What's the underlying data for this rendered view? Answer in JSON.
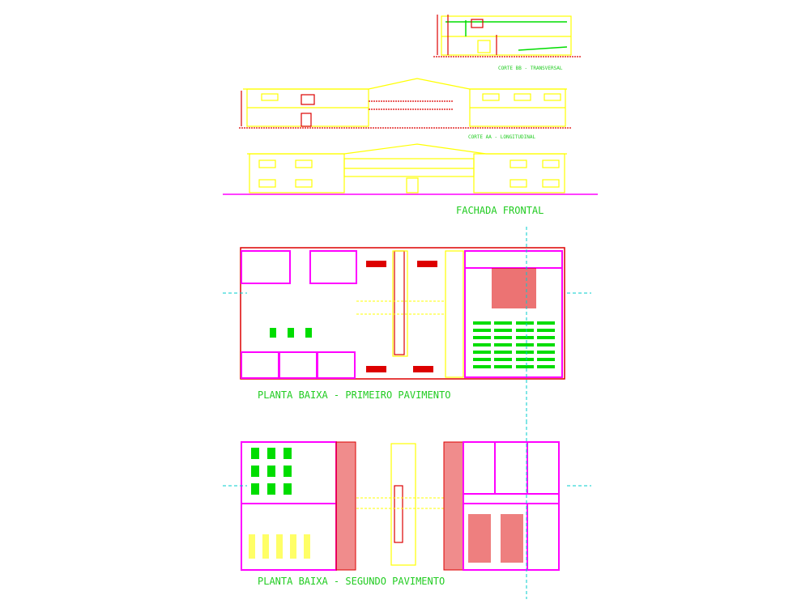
{
  "drawing": {
    "colors": {
      "walls_yellow": "#ffff00",
      "walls_magenta": "#ff00ff",
      "red": "#dd0000",
      "green": "#00dd00",
      "axis_cyan": "#00cccc"
    },
    "labels": {
      "section_bb": "CORTE BB - TRANSVERSAL",
      "section_aa": "CORTE AA - LONGITUDINAL",
      "front_facade": "FACHADA FRONTAL",
      "plan_first_floor": "PLANTA BAIXA - PRIMEIRO PAVIMENTO",
      "plan_second_floor": "PLANTA BAIXA - SEGUNDO PAVIMENTO"
    }
  }
}
